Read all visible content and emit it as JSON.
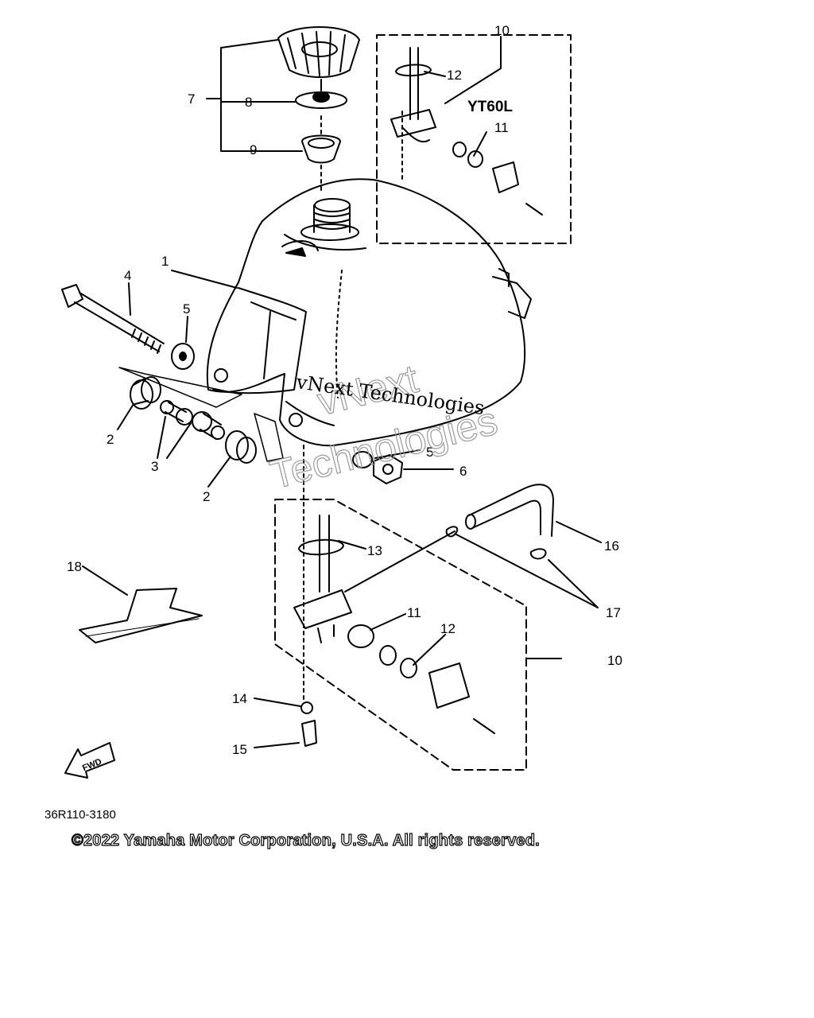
{
  "diagram": {
    "callouts": {
      "c1": "1",
      "c2a": "2",
      "c2b": "2",
      "c3": "3",
      "c4": "4",
      "c5a": "5",
      "c5b": "5",
      "c6": "6",
      "c7": "7",
      "c8": "8",
      "c9": "9",
      "c10a": "10",
      "c10b": "10",
      "c11a": "11",
      "c11b": "11",
      "c12a": "12",
      "c12b": "12",
      "c13": "13",
      "c14": "14",
      "c15": "15",
      "c16": "16",
      "c17": "17",
      "c18": "18"
    },
    "model_label": "YT60L",
    "fwd_label": "FWD",
    "diagram_code": "36R110-3180",
    "copyright": "©2022 Yamaha Motor Corporation, U.S.A. All rights reserved."
  },
  "watermarks": {
    "text_line": "vNext Technologies",
    "outline_line1": "vNext",
    "outline_line2": "Technologies"
  }
}
